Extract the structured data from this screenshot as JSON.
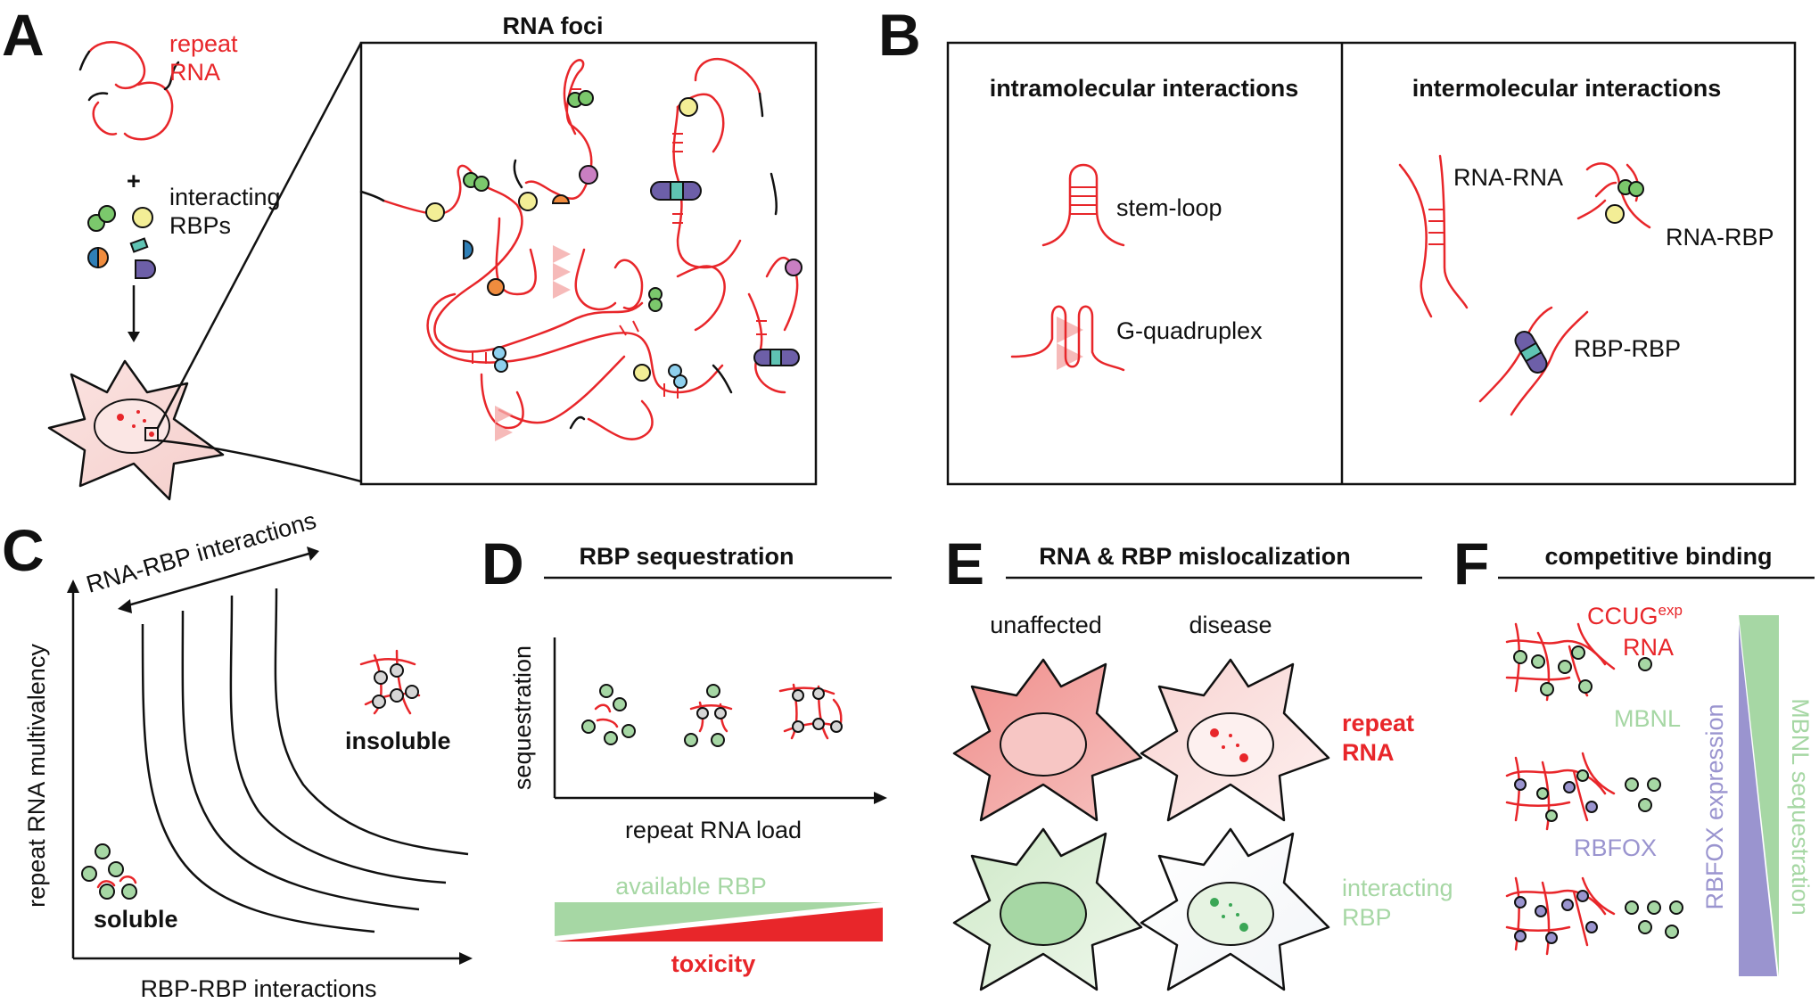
{
  "panels": {
    "a": "A",
    "b": "B",
    "c": "C",
    "d": "D",
    "e": "E",
    "f": "F"
  },
  "A": {
    "repeat_rna_1": "repeat",
    "repeat_rna_2": "RNA",
    "plus": "+",
    "interacting_1": "interacting",
    "interacting_2": "RBPs",
    "foci_title": "RNA foci"
  },
  "B": {
    "intra_title": "intramolecular interactions",
    "inter_title": "intermolecular interactions",
    "stem_loop": "stem-loop",
    "g_quadruplex": "G-quadruplex",
    "rna_rna": "RNA-RNA",
    "rna_rbp": "RNA-RBP",
    "rbp_rbp": "RBP-RBP"
  },
  "C": {
    "top_axis": "RNA-RBP interactions",
    "y_axis": "repeat RNA multivalency",
    "x_axis": "RBP-RBP interactions",
    "soluble": "soluble",
    "insoluble": "insoluble"
  },
  "D": {
    "title": "RBP sequestration",
    "y_axis": "sequestration",
    "x_axis": "repeat RNA load",
    "available": "available RBP",
    "toxicity": "toxicity"
  },
  "E": {
    "title": "RNA & RBP mislocalization",
    "unaffected": "unaffected",
    "disease": "disease",
    "repeat_1": "repeat",
    "repeat_2": "RNA",
    "interacting_1": "interacting",
    "interacting_2": "RBP"
  },
  "F": {
    "title": "competitive binding",
    "ccug": "CCUG",
    "ccug_sup": "exp",
    "rna": "RNA",
    "mbnl": "MBNL",
    "rbfox": "RBFOX",
    "rbfox_expr": "RBFOX expression",
    "mbnl_seq": "MBNL sequestration"
  },
  "colors": {
    "rna_red": "#e8262a",
    "rbp_green": "#7bc86c",
    "rbp_yellow": "#f3ee96",
    "rbp_purple": "#6d5fa8",
    "rbp_teal": "#5fc3b3",
    "rbp_blue": "#8ed0ee",
    "rbp_orange": "#f08c3e",
    "cell_pink": "#f8d7d5",
    "cell_green": "#cde8c6",
    "mbnl_green": "#a6d7a4",
    "rbfox_purple": "#9a94cf"
  }
}
